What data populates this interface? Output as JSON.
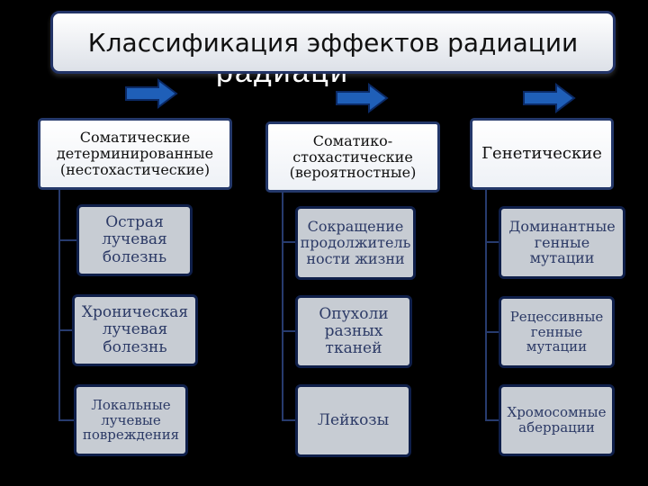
{
  "title": "Классификация эффектов радиации",
  "ghost_text": "радиаци",
  "colors": {
    "header_border": "#24386a",
    "child_fill": "#c7ccd3",
    "child_text": "#2c3a66",
    "arrow": "#1f5fb8"
  },
  "columns": [
    {
      "header": "Соматические детерминированные (нестохастические)",
      "items": [
        "Острая лучевая болезнь",
        "Хроническая лучевая болезнь",
        "Локальные лучевые повреждения"
      ]
    },
    {
      "header": "Соматико-стохастические (вероятностные)",
      "items": [
        "Сокращение продолжитель ности жизни",
        "Опухоли разных тканей",
        "Лейкозы"
      ]
    },
    {
      "header": "Генетические",
      "items": [
        "Доминантные генные мутации",
        "Рецессивные генные мутации",
        "Хромосомные аберрации"
      ]
    }
  ]
}
